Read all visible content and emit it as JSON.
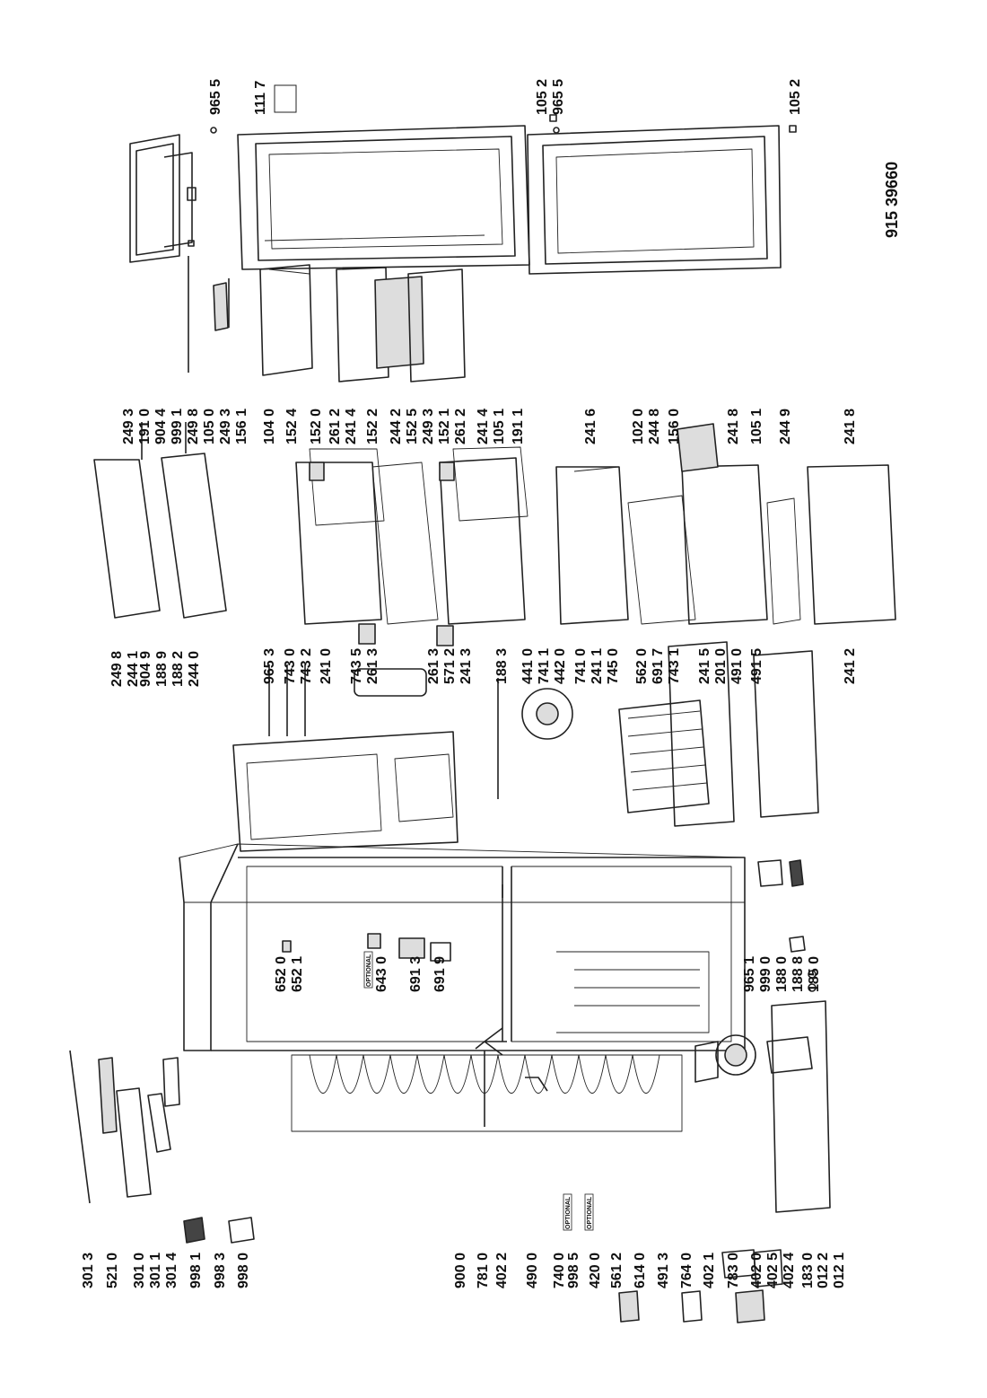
{
  "diagram": {
    "doc_number": "915 39660",
    "optional_label": "OPTIONAL",
    "left_labels": [
      "301 3",
      "521 0",
      "301 0",
      "301 1",
      "301 4",
      "998 1",
      "998 3",
      "998 0",
      "900 0",
      "781 0",
      "402 2",
      "490 0",
      "740 0",
      "998 5",
      "420 0",
      "561 2",
      "614 0",
      "491 3",
      "764 0",
      "402 1",
      "783 0",
      "402 0",
      "402 5",
      "402 4",
      "183 0",
      "012 2",
      "012 1"
    ],
    "col2_labels": [
      "904 9",
      "188 9",
      "188 2",
      "244 0",
      "249 8",
      "244 1"
    ],
    "col3_labels": [
      "965 3",
      "743 0",
      "743 2",
      "241 0",
      "743 5",
      "261 3",
      "261 3",
      "571 2",
      "241 3",
      "188 3",
      "441 0",
      "741 1",
      "442 0",
      "741 0",
      "241 1",
      "745 0",
      "562 0",
      "691 7",
      "743 1",
      "241 5",
      "201 0",
      "491 0",
      "491 5",
      "241 2"
    ],
    "col4_labels": [
      "249 3",
      "191 0",
      "904 4",
      "999 1",
      "249 8",
      "105 0",
      "249 3",
      "156 1",
      "104 0",
      "152 4",
      "152 0",
      "261 2",
      "241 4",
      "152 2",
      "244 2",
      "152 5",
      "249 3",
      "152 1",
      "261 2",
      "241 4",
      "105 1",
      "191 1",
      "241 6",
      "102 0",
      "244 8",
      "156 0",
      "241 8",
      "105 1",
      "244 9",
      "241 8"
    ],
    "top_labels": [
      "965 5",
      "111 7",
      "105 2",
      "965 5",
      "105 2"
    ],
    "cabinet_labels": [
      "652 0",
      "652 1",
      "643 0",
      "691 3",
      "691 9",
      "965 1",
      "999 0",
      "188 0",
      "188 8",
      "185 0"
    ]
  }
}
